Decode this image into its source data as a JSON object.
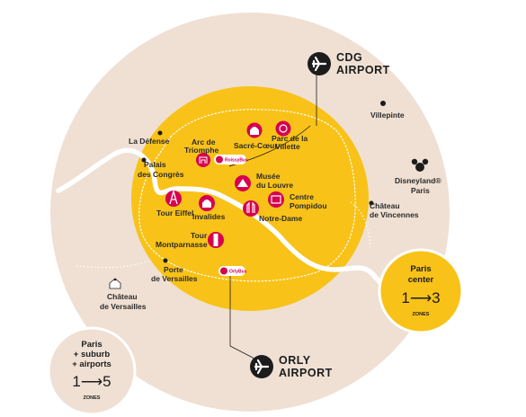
{
  "airports": {
    "cdg": {
      "line1": "CDG",
      "line2": "AIRPORT"
    },
    "orly": {
      "line1": "ORLY",
      "line2": "AIRPORT"
    }
  },
  "places": {
    "villepinte": "Villepinte",
    "la_defense": "La Défense",
    "palais_line1": "Palais",
    "palais_line2": "des Congrès",
    "arc_line1": "Arc de",
    "arc_line2": "Triomphe",
    "sacre_coeur": "Sacré-Cœur",
    "villette_line1": "Parc de la",
    "villette_line2": "Villette",
    "louvre_line1": "Musée",
    "louvre_line2": "du Louvre",
    "pompidou_line1": "Centre",
    "pompidou_line2": "Pompidou",
    "tour_eiffel": "Tour Eiffel",
    "invalides": "Invalides",
    "notre_dame": "Notre-Dame",
    "montparnasse_line1": "Tour",
    "montparnasse_line2": "Montparnasse",
    "porte_line1": "Porte",
    "porte_line2": "de Versailles",
    "versailles_line1": "Château",
    "versailles_line2": "de Versailles",
    "disney_line1": "Disneyland®",
    "disney_line2": "Paris",
    "vincennes_line1": "Château",
    "vincennes_line2": "de Vincennes"
  },
  "buses": {
    "roissybus": "RoissyBus",
    "orlybus": "OrlyBus"
  },
  "zones": {
    "center": {
      "line1": "Paris",
      "line2": "center",
      "range": "1⟶3",
      "unit": "ZONES"
    },
    "suburb": {
      "line1": "Paris",
      "line2": "+ suburb",
      "line3": "+ airports",
      "range": "1⟶5",
      "unit": "ZONES"
    }
  },
  "colors": {
    "paris_yellow": "#f8c218",
    "suburb_beige": "#efe0d3",
    "landmark_pink": "#d6004e",
    "text_dark": "#2b2b2b",
    "zone_label_bg": "#f8c218"
  }
}
